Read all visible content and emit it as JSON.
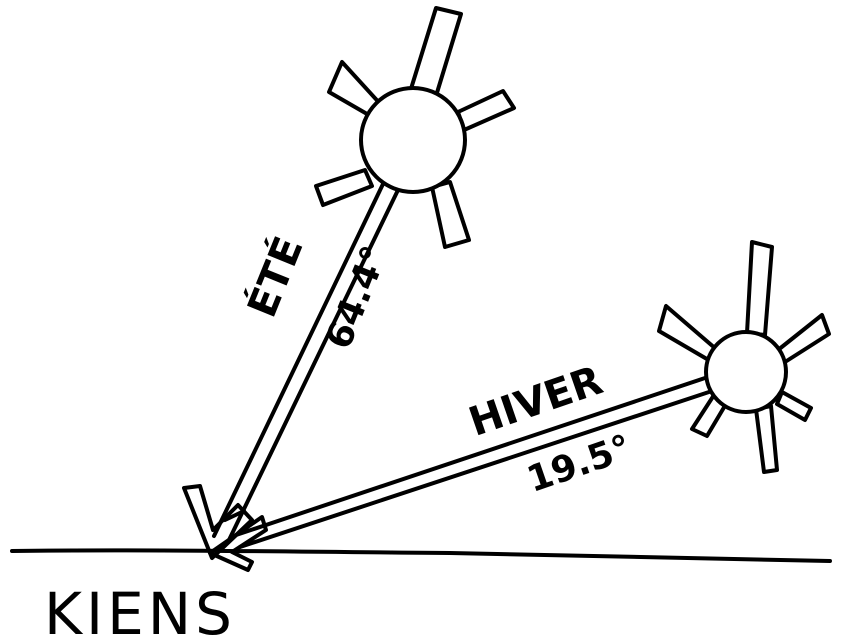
{
  "location": "KIENS",
  "summer": {
    "label": "ÉTÉ",
    "angle": "64.4°"
  },
  "winter": {
    "label": "HIVER",
    "angle": "19.5°"
  },
  "colors": {
    "ink": "#000000",
    "background": "#ffffff"
  }
}
